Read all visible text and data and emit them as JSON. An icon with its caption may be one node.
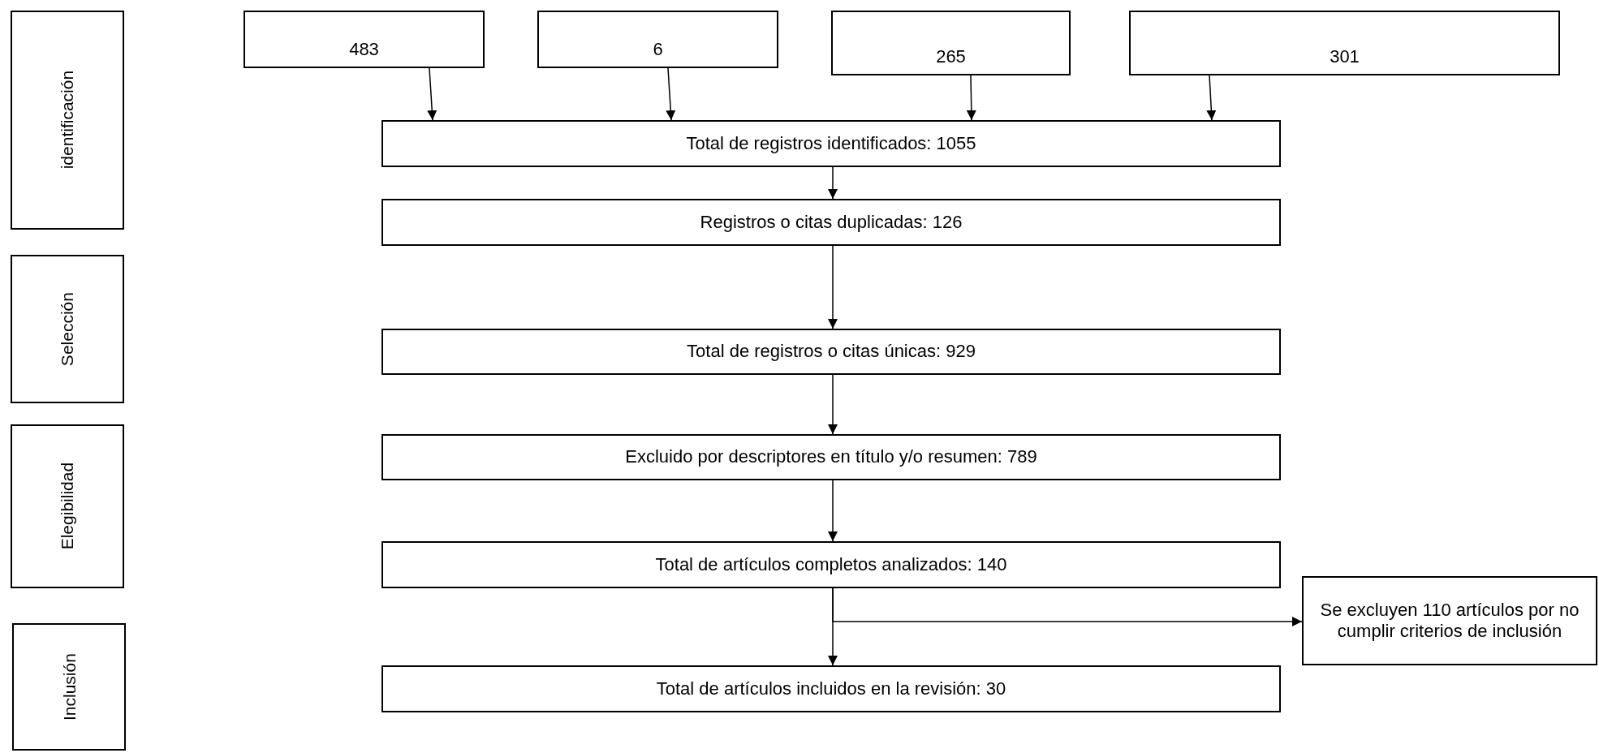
{
  "diagram": {
    "nodes": [
      {
        "text": [
          "identificación"
        ]
      },
      {
        "text": [
          "Selección"
        ]
      },
      {
        "text": [
          "Elegibilidad"
        ]
      },
      {
        "text": [
          "Inclusión"
        ]
      },
      {
        "text": [
          "483"
        ]
      },
      {
        "text": [
          "6"
        ]
      },
      {
        "text": [
          "265"
        ]
      },
      {
        "text": [
          "301"
        ]
      },
      {
        "text": [
          "Total de registros identificados: 1055"
        ]
      },
      {
        "text": [
          "Registros o citas duplicadas: 126"
        ]
      },
      {
        "text": [
          "Total de registros o citas únicas: 929"
        ]
      },
      {
        "text": [
          "Excluido por descriptores en título y/o resumen: 789"
        ]
      },
      {
        "text": [
          "Total de artículos completos analizados: 140"
        ]
      },
      {
        "text": [
          "Total de artículos incluidos en la revisión: 30"
        ]
      },
      {
        "text": [
          "Se excluyen 110 artículos por no cumplir criterios de inclusión"
        ]
      }
    ],
    "edges": [
      {
        "from": 4,
        "to": 8,
        "arrow": "to"
      },
      {
        "from": 5,
        "to": 8,
        "arrow": "to"
      },
      {
        "from": 6,
        "to": 8,
        "arrow": "to"
      },
      {
        "from": 7,
        "to": 8,
        "arrow": "to"
      },
      {
        "from": 8,
        "to": 9,
        "arrow": "to"
      },
      {
        "from": 9,
        "to": 10,
        "arrow": "to"
      },
      {
        "from": 10,
        "to": 11,
        "arrow": "to"
      },
      {
        "from": 11,
        "to": 12,
        "arrow": "to"
      },
      {
        "from": 12,
        "to": 13,
        "arrow": "to"
      },
      {
        "from": 12,
        "to": 14,
        "arrow": "to"
      }
    ]
  }
}
